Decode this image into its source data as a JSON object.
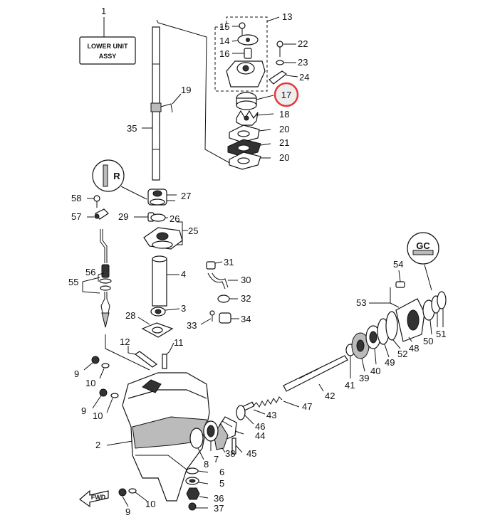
{
  "title_box": {
    "number": "1",
    "line1": "LOWER UNIT",
    "line2": "ASSY"
  },
  "highlighted_part": "17",
  "fwd_label": "FWD",
  "symbol_r": "R",
  "symbol_gc": "GC",
  "labels": {
    "l1": "1",
    "l2": "2",
    "l3": "3",
    "l4": "4",
    "l5": "5",
    "l6": "6",
    "l7": "7",
    "l8": "8",
    "l9a": "9",
    "l9b": "9",
    "l9c": "9",
    "l10a": "10",
    "l10b": "10",
    "l10c": "10",
    "l11": "11",
    "l12": "12",
    "l13": "13",
    "l14": "14",
    "l15": "15",
    "l16": "16",
    "l17": "17",
    "l18": "18",
    "l19": "19",
    "l20a": "20",
    "l20b": "20",
    "l21": "21",
    "l22": "22",
    "l23": "23",
    "l24": "24",
    "l25": "25",
    "l26": "26",
    "l27": "27",
    "l28": "28",
    "l29": "29",
    "l30": "30",
    "l31": "31",
    "l32": "32",
    "l33": "33",
    "l34": "34",
    "l35": "35",
    "l36": "36",
    "l37": "37",
    "l38": "38",
    "l39": "39",
    "l40": "40",
    "l41": "41",
    "l42": "42",
    "l43": "43",
    "l44": "44",
    "l45": "45",
    "l46": "46",
    "l47": "47",
    "l48": "48",
    "l49": "49",
    "l50": "50",
    "l51": "51",
    "l52": "52",
    "l53": "53",
    "l54": "54",
    "l55": "55",
    "l56": "56",
    "l57": "57",
    "l58": "58"
  }
}
